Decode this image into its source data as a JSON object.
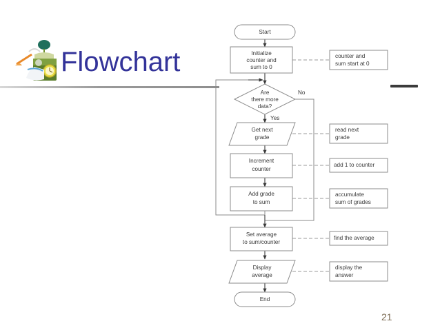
{
  "slide": {
    "title": "Flowchart",
    "page_number": "21",
    "title_color": "#333399",
    "accent_color": "#3b3b3b"
  },
  "flowchart": {
    "nodes": [
      {
        "id": "start",
        "kind": "terminator",
        "label": "Start"
      },
      {
        "id": "init",
        "kind": "process",
        "label": "Initialize\ncounter and\nsum to 0"
      },
      {
        "id": "decision",
        "kind": "decision",
        "label": "Are\nthere more\ndata?"
      },
      {
        "id": "getgrade",
        "kind": "io",
        "label": "Get next\ngrade"
      },
      {
        "id": "increment",
        "kind": "process",
        "label": "Increment\ncounter"
      },
      {
        "id": "addgrade",
        "kind": "process",
        "label": "Add grade\nto sum"
      },
      {
        "id": "setavg",
        "kind": "process",
        "label": "Set average\nto sum/counter"
      },
      {
        "id": "display",
        "kind": "io",
        "label": "Display\naverage"
      },
      {
        "id": "end",
        "kind": "terminator",
        "label": "End"
      }
    ],
    "branch_labels": {
      "no": "No",
      "yes": "Yes"
    },
    "annotations": [
      {
        "for": "init",
        "label": "counter and\nsum start at 0"
      },
      {
        "for": "getgrade",
        "label": "read next\ngrade"
      },
      {
        "for": "increment",
        "label": "add 1 to counter"
      },
      {
        "for": "addgrade",
        "label": "accumulate\nsum of grades"
      },
      {
        "for": "setavg",
        "label": "find the average"
      },
      {
        "for": "display",
        "label": "display the\nanswer"
      }
    ]
  }
}
